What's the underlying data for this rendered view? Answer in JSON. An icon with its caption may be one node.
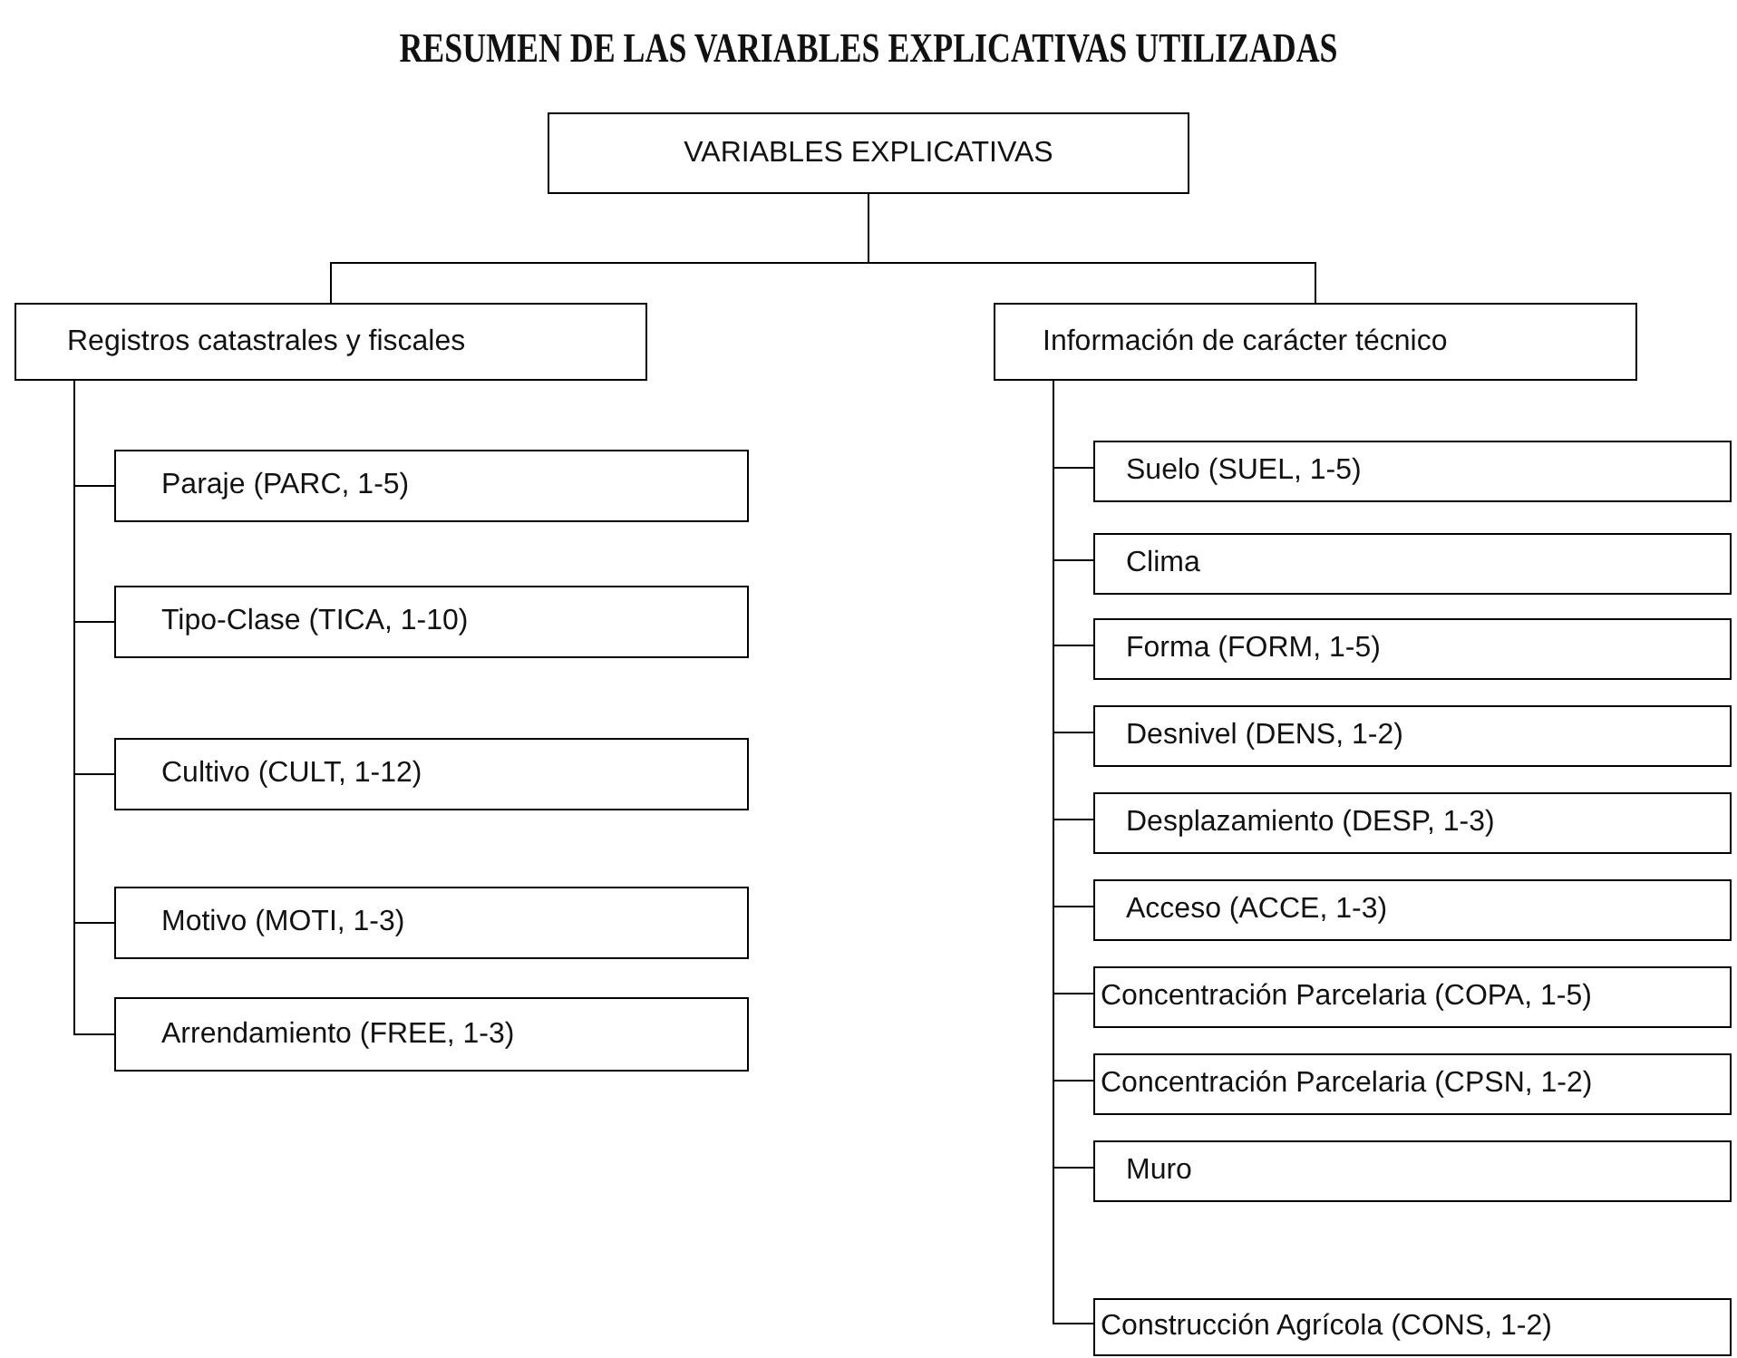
{
  "diagram": {
    "title": "RESUMEN DE LAS VARIABLES EXPLICATIVAS UTILIZADAS",
    "nodes": [
      {
        "text": [
          "VARIABLES EXPLICATIVAS"
        ]
      },
      {
        "text": [
          "Registros catastrales y fiscales"
        ]
      },
      {
        "text": [
          "Paraje (PARC, 1-5)"
        ]
      },
      {
        "text": [
          "Tipo-Clase (TICA, 1-10)"
        ]
      },
      {
        "text": [
          "Cultivo (CULT, 1-12)"
        ]
      },
      {
        "text": [
          "Motivo (MOTI, 1-3)"
        ]
      },
      {
        "text": [
          "Arrendamiento (FREE, 1-3)"
        ]
      },
      {
        "text": [
          "Información de carácter técnico"
        ]
      },
      {
        "text": [
          "Suelo (SUEL, 1-5)"
        ]
      },
      {
        "text": [
          "Clima"
        ]
      },
      {
        "text": [
          "Forma (FORM, 1-5)"
        ]
      },
      {
        "text": [
          "Desnivel (DENS, 1-2)"
        ]
      },
      {
        "text": [
          "Desplazamiento (DESP, 1-3)"
        ]
      },
      {
        "text": [
          "Acceso (ACCE, 1-3)"
        ]
      },
      {
        "text": [
          "Concentración Parcelaria (COPA, 1-5)"
        ]
      },
      {
        "text": [
          "Concentración Parcelaria (CPSN, 1-2)"
        ]
      },
      {
        "text": [
          "Muro"
        ]
      },
      {
        "text": [
          "Construcción Agrícola (CONS, 1-2)"
        ]
      }
    ],
    "edges": [
      {
        "from": 0,
        "to": 1,
        "arrow": "none"
      },
      {
        "from": 0,
        "to": 7,
        "arrow": "none"
      },
      {
        "from": 1,
        "to": 2,
        "arrow": "none"
      },
      {
        "from": 1,
        "to": 3,
        "arrow": "none"
      },
      {
        "from": 1,
        "to": 4,
        "arrow": "none"
      },
      {
        "from": 1,
        "to": 5,
        "arrow": "none"
      },
      {
        "from": 1,
        "to": 6,
        "arrow": "none"
      },
      {
        "from": 7,
        "to": 8,
        "arrow": "none"
      },
      {
        "from": 7,
        "to": 9,
        "arrow": "none"
      },
      {
        "from": 7,
        "to": 10,
        "arrow": "none"
      },
      {
        "from": 7,
        "to": 11,
        "arrow": "none"
      },
      {
        "from": 7,
        "to": 12,
        "arrow": "none"
      },
      {
        "from": 7,
        "to": 13,
        "arrow": "none"
      },
      {
        "from": 7,
        "to": 14,
        "arrow": "none"
      },
      {
        "from": 7,
        "to": 15,
        "arrow": "none"
      },
      {
        "from": 7,
        "to": 16,
        "arrow": "none"
      },
      {
        "from": 7,
        "to": 17,
        "arrow": "none"
      }
    ]
  }
}
